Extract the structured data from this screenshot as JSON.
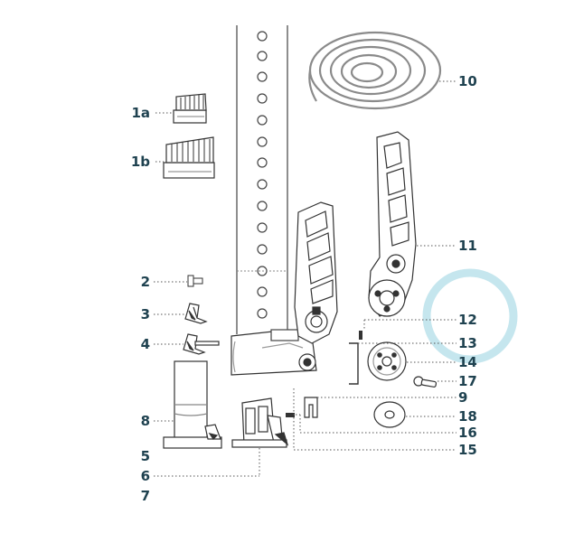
{
  "diagram": {
    "colors": {
      "label": "#1f4250",
      "line": "#333333",
      "fill_gray": "#d9d9d9",
      "fill_dark": "#666666",
      "accent_ring": "#c5e6ee"
    },
    "labels": {
      "l1a": "1a",
      "l1b": "1b",
      "l2": "2",
      "l3": "3",
      "l4": "4",
      "l5": "5",
      "l6": "6",
      "l7": "7",
      "l8": "8",
      "l9": "9",
      "l10": "10",
      "l11": "11",
      "l12": "12",
      "l13": "13",
      "l14": "14",
      "l15": "15",
      "l16": "16",
      "l17": "17",
      "l18": "18"
    }
  }
}
